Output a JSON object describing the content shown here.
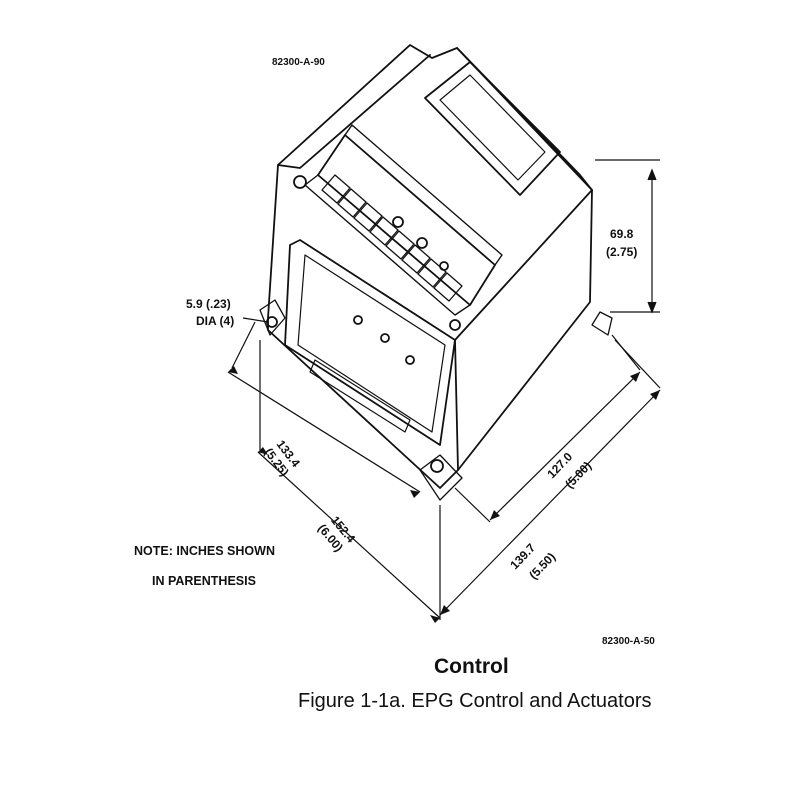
{
  "drawing": {
    "top_ref": "82300-A-90",
    "bottom_ref": "82300-A-50",
    "height_mm": "69.8",
    "height_in": "(2.75)",
    "hole_size": "5.9 (.23)",
    "hole_count": "DIA (4)",
    "dim_a_mm": "133.4",
    "dim_a_in": "(5.25)",
    "dim_b_mm": "152.4",
    "dim_b_in": "(6.00)",
    "dim_c_mm": "127.0",
    "dim_c_in": "(5.00)",
    "dim_d_mm": "139.7",
    "dim_d_in": "(5.50)",
    "note_line1": "NOTE: INCHES SHOWN",
    "note_line2": "IN PARENTHESIS"
  },
  "figure": {
    "subtitle": "Control",
    "caption": "Figure 1-1a. EPG Control and Actuators"
  }
}
